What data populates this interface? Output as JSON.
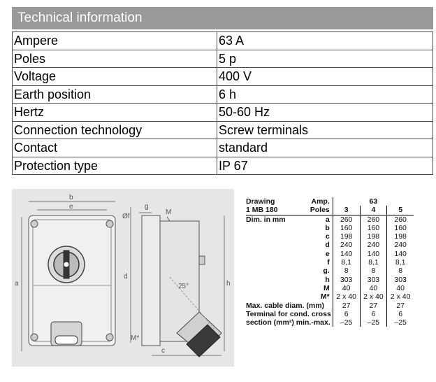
{
  "section": {
    "title": "Technical information"
  },
  "specs": [
    {
      "label": "Ampere",
      "value": "63 A"
    },
    {
      "label": "Poles",
      "value": "5 p"
    },
    {
      "label": "Voltage",
      "value": "400 V"
    },
    {
      "label": "Earth position",
      "value": "6 h"
    },
    {
      "label": "Hertz",
      "value": "50-60 Hz"
    },
    {
      "label": "Connection technology",
      "value": "Screw terminals"
    },
    {
      "label": "Contact",
      "value": "standard"
    },
    {
      "label": "Protection type",
      "value": " IP 67"
    }
  ],
  "drawing_labels": {
    "b": "b",
    "e": "e",
    "a": "a",
    "f": "Øf",
    "g": "g",
    "M": "M",
    "d": "d",
    "h": "h",
    "angle": "25°",
    "Mstar": "M*",
    "c": "c"
  },
  "dimensions": {
    "header_drawing": "Drawing",
    "header_model": "1 MB 180",
    "header_amp": "Amp.",
    "header_poles": "Poles",
    "amp_value": "63",
    "poles": [
      "3",
      "4",
      "5"
    ],
    "dim_label": "Dim. in mm",
    "rows": [
      {
        "key": "a",
        "values": [
          "260",
          "260",
          "260"
        ]
      },
      {
        "key": "b",
        "values": [
          "160",
          "160",
          "160"
        ]
      },
      {
        "key": "c",
        "values": [
          "198",
          "198",
          "198"
        ]
      },
      {
        "key": "d",
        "values": [
          "240",
          "240",
          "240"
        ]
      },
      {
        "key": "e",
        "values": [
          "140",
          "140",
          "140"
        ]
      },
      {
        "key": "f",
        "values": [
          "8,1",
          "8,1",
          "8,1"
        ]
      },
      {
        "key": "g.",
        "values": [
          "8",
          "8",
          "8"
        ]
      },
      {
        "key": "h",
        "values": [
          "303",
          "303",
          "303"
        ]
      },
      {
        "key": "M",
        "values": [
          "40",
          "40",
          "40"
        ]
      },
      {
        "key": "M*",
        "values": [
          "2 x 40",
          "2 x 40",
          "2 x 40"
        ]
      }
    ],
    "cable": {
      "label": "Max. cable diam. (mm)",
      "values": [
        "27",
        "27",
        "27"
      ]
    },
    "terminal": {
      "label1": "Terminal for cond. cross",
      "label2": "section (mm²) min.-max.",
      "values": [
        "6",
        "6",
        "6"
      ],
      "range": [
        "–25",
        "–25",
        "–25"
      ]
    }
  }
}
